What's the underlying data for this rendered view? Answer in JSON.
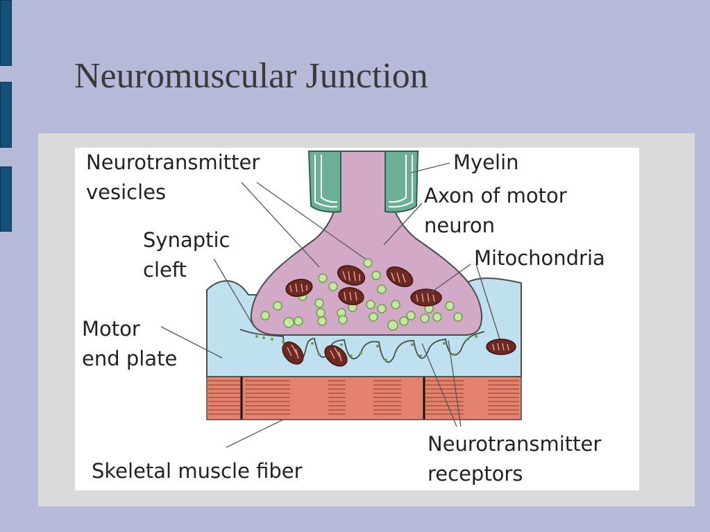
{
  "slide": {
    "title": "Neuromuscular Junction"
  },
  "diagram": {
    "labels": {
      "neurotransmitter_vesicles": "Neurotransmitter\nvesicles",
      "myelin": "Myelin",
      "axon": "Axon of motor\nneuron",
      "synaptic_cleft": "Synaptic\ncleft",
      "mitochondria": "Mitochondria",
      "motor_end_plate": "Motor\nend plate",
      "skeletal_muscle_fiber": "Skeletal muscle fiber",
      "neurotransmitter_receptors": "Neurotransmitter\nreceptors"
    },
    "colors": {
      "axon_fill": "#d2a9c6",
      "myelin_fill": "#6cae96",
      "end_plate_fill": "#bfe0ef",
      "muscle_fill": "#e4826f",
      "mitochondria_fill": "#6e2a22",
      "vesicle_fill": "#c5e6a4",
      "side_bar": "#16507a",
      "background": "#b6b9d8"
    }
  }
}
